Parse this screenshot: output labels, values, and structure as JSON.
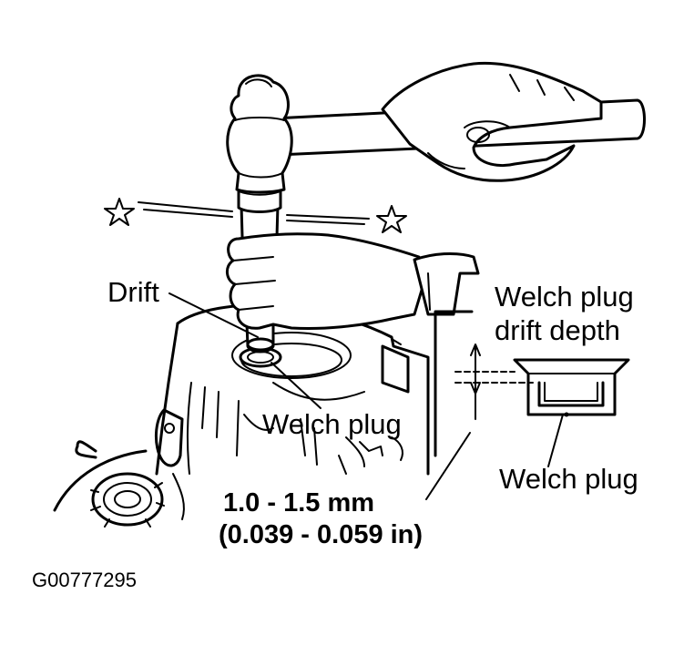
{
  "labels": {
    "drift": "Drift",
    "welch_plug_main": "Welch plug",
    "inset_title_line1": "Welch plug",
    "inset_title_line2": "drift depth",
    "inset_welch_plug": "Welch plug",
    "spec_metric": "1.0 - 1.5 mm",
    "spec_imperial": "(0.039 - 0.059 in)",
    "figure_id": "G00777295"
  },
  "icons": {
    "star": "star-icon",
    "hammer": "hammer-icon",
    "hand": "hand-icon"
  }
}
